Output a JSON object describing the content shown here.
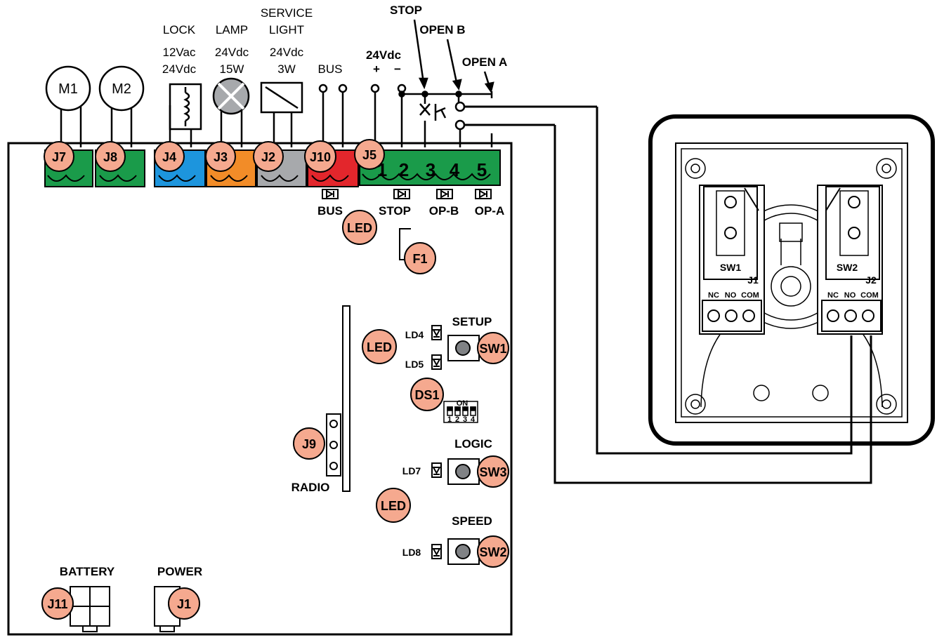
{
  "colors": {
    "badge_fill": "#f5a98f",
    "green_connector": "#1a9b4a",
    "blue_connector": "#1d95dd",
    "orange_connector": "#f28c28",
    "gray_connector": "#a7a9ac",
    "red_connector": "#e3262c"
  },
  "top_labels": {
    "lock": "LOCK",
    "lock_v1": "12Vac",
    "lock_v2": "24Vdc",
    "lamp": "LAMP",
    "lamp_v": "24Vdc",
    "lamp_w": "15W",
    "service": "SERVICE",
    "service2": "LIGHT",
    "service_v": "24Vdc",
    "service_w": "3W",
    "bus": "BUS",
    "supply": "24Vdc",
    "plus": "+",
    "minus": "−",
    "stop": "STOP",
    "open_b": "OPEN B",
    "open_a": "OPEN A"
  },
  "motors": [
    "M1",
    "M2"
  ],
  "connectors": {
    "j7": "J7",
    "j8": "J8",
    "j4": "J4",
    "j3": "J3",
    "j2": "J2",
    "j10": "J10",
    "j5": "J5",
    "j11": "J11",
    "j1": "J1",
    "j9": "J9",
    "f1": "F1",
    "ds1": "DS1",
    "sw1": "SW1",
    "sw2": "SW2",
    "sw3": "SW3",
    "led": "LED"
  },
  "terminal_numbers": [
    "1",
    "2",
    "3",
    "4",
    "5"
  ],
  "terminal_labels": {
    "bus": "BUS",
    "stop": "STOP",
    "opb": "OP-B",
    "opa": "OP-A"
  },
  "board_labels": {
    "setup": "SETUP",
    "logic": "LOGIC",
    "speed": "SPEED",
    "ld4": "LD4",
    "ld5": "LD5",
    "ld7": "LD7",
    "ld8": "LD8",
    "radio": "RADIO",
    "battery": "BATTERY",
    "power": "POWER",
    "on": "ON",
    "dip_numbers": [
      "1",
      "2",
      "3",
      "4"
    ]
  },
  "switch_box": {
    "sw1": "SW1",
    "sw2": "SW2",
    "j1": "J1",
    "j2": "J2",
    "nc": "NC",
    "no": "NO",
    "com": "COM"
  }
}
